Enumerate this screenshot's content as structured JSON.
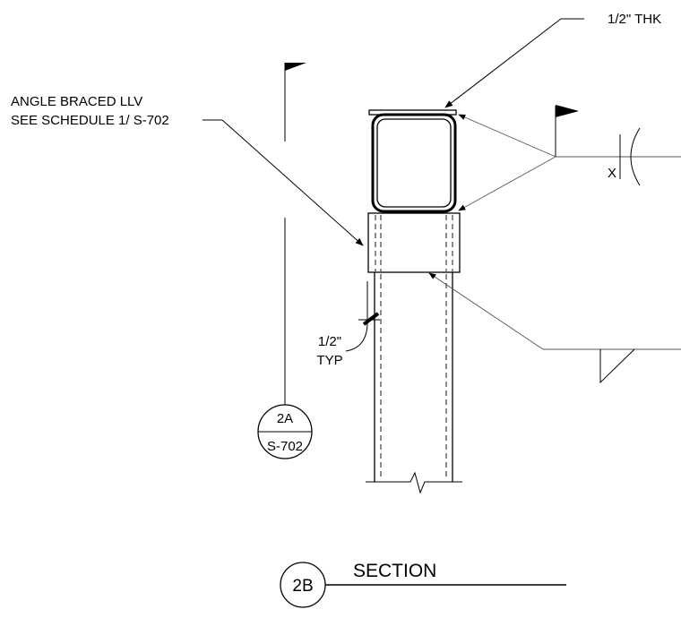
{
  "drawing": {
    "plate_thickness_note": "1/2\" THK",
    "angle_note": {
      "line1": "ANGLE BRACED LLV",
      "line2": "SEE SCHEDULE  1/ S-702"
    },
    "weld_note": {
      "line1": "1/2\"",
      "line2": "TYP"
    },
    "weld_symbol_tail": "X",
    "section_cut": {
      "number": "2A",
      "sheet": "S-702"
    },
    "title_block": {
      "number": "2B",
      "title": "SECTION"
    }
  }
}
